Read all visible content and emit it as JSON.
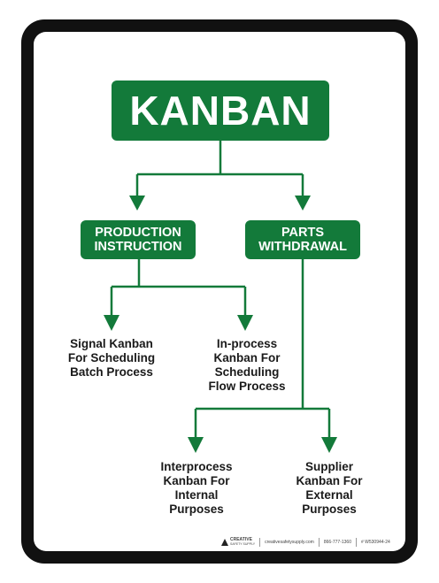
{
  "title": "KANBAN",
  "branches": {
    "production": "PRODUCTION\nINSTRUCTION",
    "parts": "PARTS\nWITHDRAWAL"
  },
  "leaves": {
    "signal": "Signal Kanban\nFor Scheduling\nBatch Process",
    "inprocess": "In-process\nKanban For\nScheduling\nFlow Process",
    "interprocess": "Interprocess\nKanban For\nInternal\nPurposes",
    "supplier": "Supplier\nKanban For\nExternal\nPurposes"
  },
  "footer": {
    "brand": "CREATIVE",
    "brand_sub": "SAFETY SUPPLY",
    "website": "creativesafetysupply.com",
    "phone": "866-777-1360",
    "sku": "# W530944-24"
  },
  "colors": {
    "accent": "#137a3a",
    "frame": "#111111",
    "text": "#1a1a1a"
  }
}
